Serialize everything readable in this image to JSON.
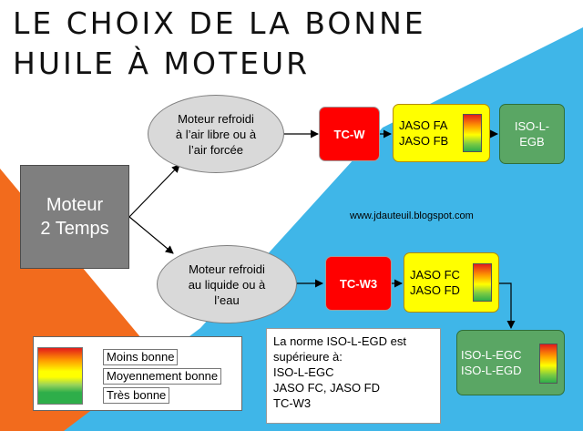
{
  "title": {
    "line1": "LE CHOIX DE LA BONNE",
    "line2": "HUILE À MOTEUR"
  },
  "colors": {
    "background_orange": "#f26b1d",
    "background_blue": "#3fb6e8",
    "tc_red": "#ff0000",
    "jaso_yellow": "#ffff00",
    "iso_green": "#5aa664",
    "moteur_gray": "#7f7f7f"
  },
  "diagram": {
    "moteur": "Moteur\n2 Temps",
    "air_branch": {
      "ellipse": "Moteur refroidi\nà l’air libre ou à\nl’air forcée",
      "tc": "TC-W",
      "jaso": "JASO FA\nJASO FB",
      "iso": "ISO-L-\nEGB"
    },
    "liquid_branch": {
      "ellipse": "Moteur refroidi\nau liquide ou à\nl’eau",
      "tc": "TC-W3",
      "jaso": "JASO FC\nJASO FD",
      "iso": "ISO-L-EGC\nISO-L-EGD"
    },
    "url": "www.jdauteuil.blogspot.com",
    "note": "La norme ISO-L-EGD est\nsupérieure à:\nISO-L-EGC\nJASO FC, JASO FD\nTC-W3"
  },
  "legend": {
    "items": [
      {
        "label": "Moins bonne",
        "swatch": "red-orange"
      },
      {
        "label": "Moyennement bonne",
        "swatch": "yellow"
      },
      {
        "label": "Très bonne",
        "swatch": "green"
      }
    ]
  }
}
